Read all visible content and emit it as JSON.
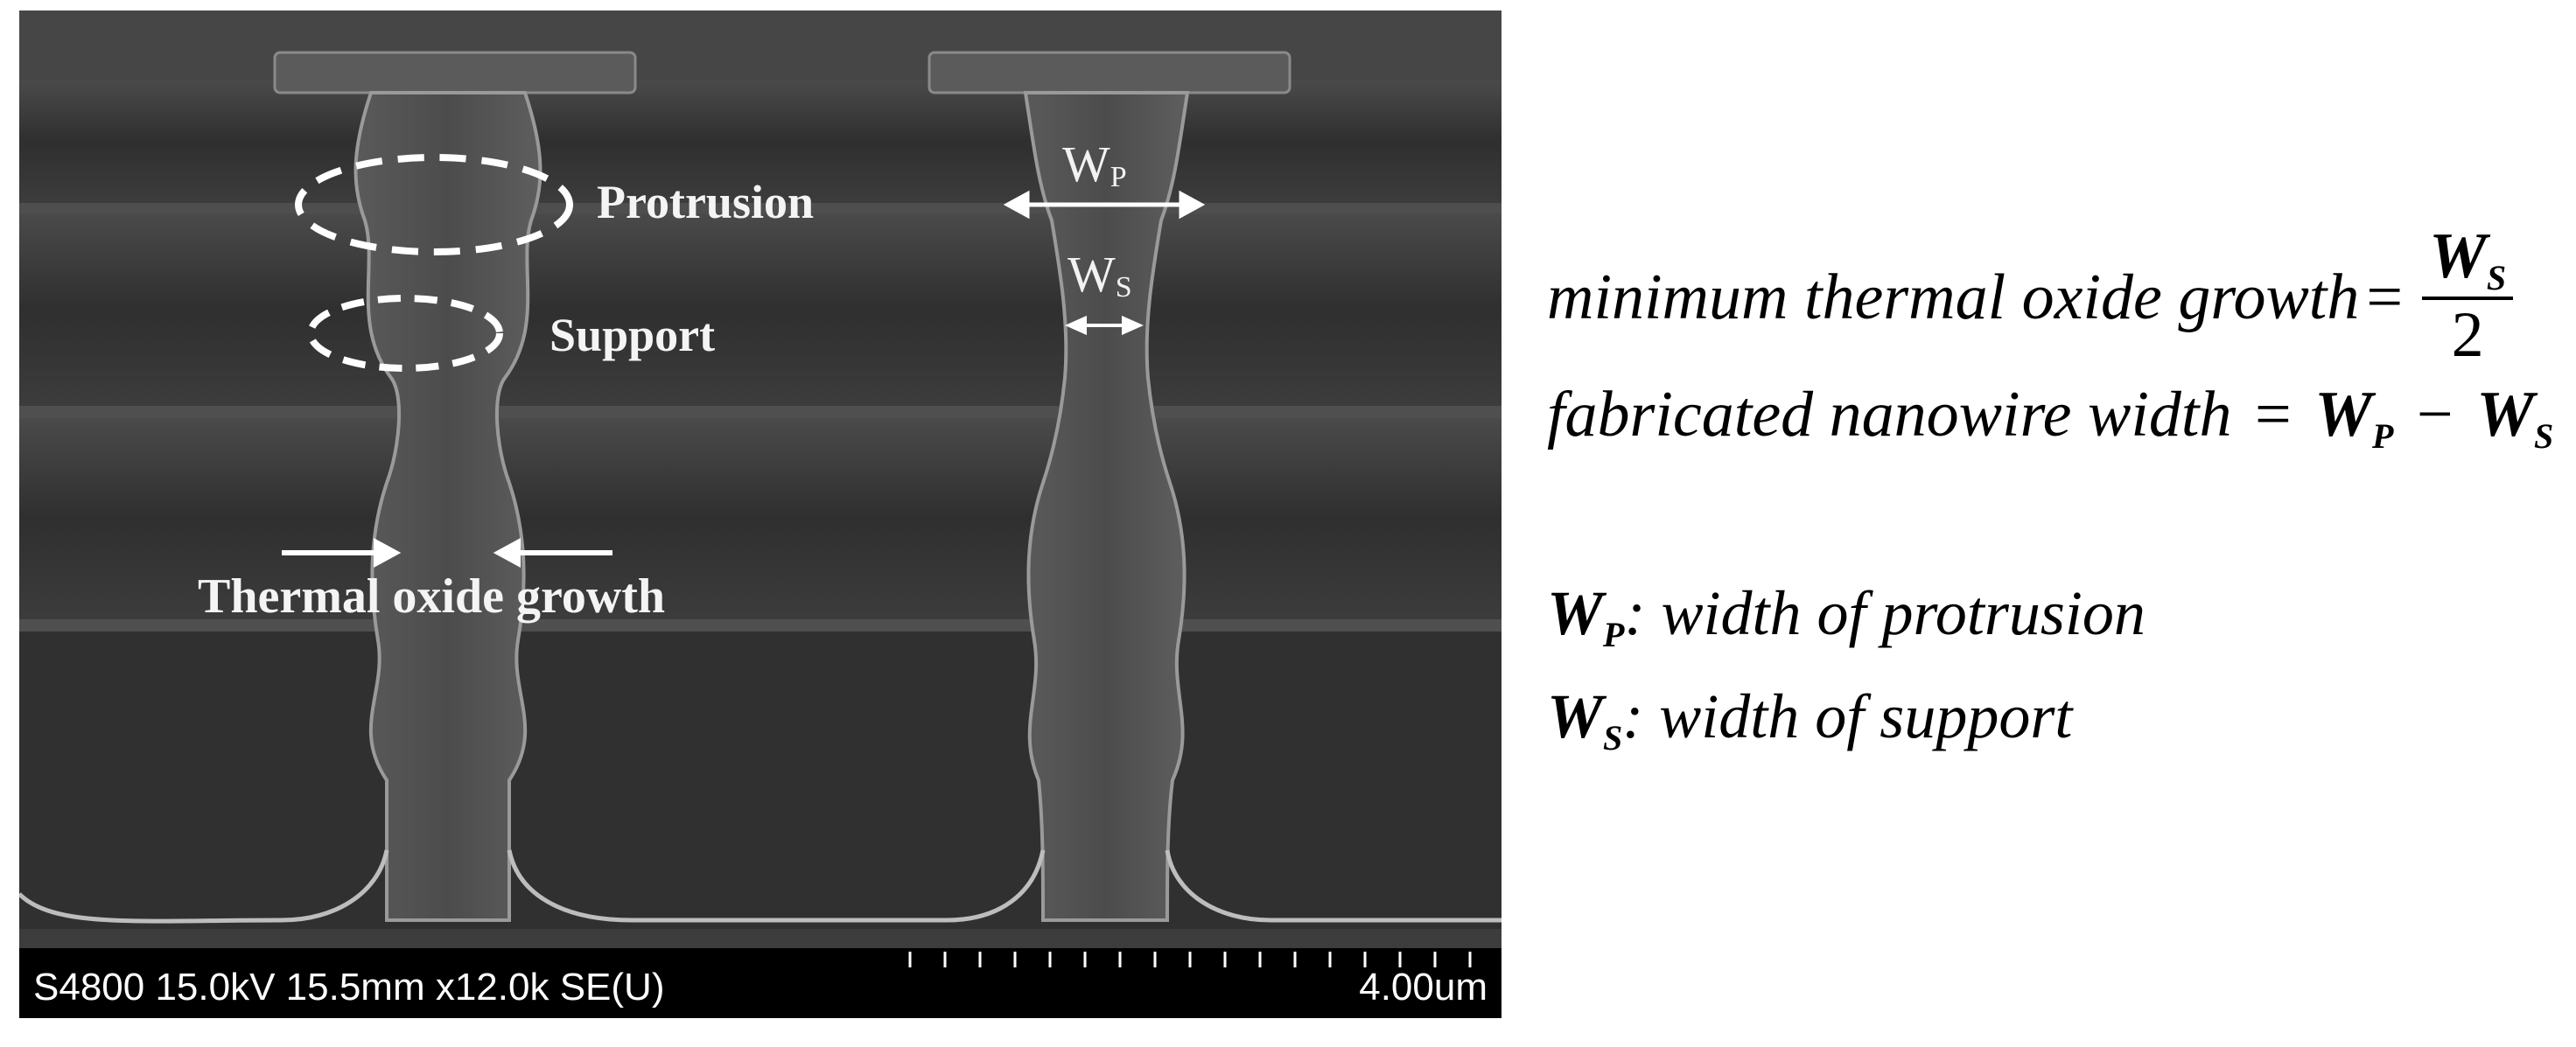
{
  "sem": {
    "labels": {
      "protrusion": "Protrusion",
      "support": "Support",
      "thermal": "Thermal oxide growth",
      "wp_main": "W",
      "wp_sub": "P",
      "ws_main": "W",
      "ws_sub": "S"
    },
    "infobar": {
      "text": "S4800 15.0kV 15.5mm x12.0k SE(U)",
      "scale": "4.00um"
    }
  },
  "equations": {
    "min_label": "minimum thermal oxide growth",
    "min_num_main": "W",
    "min_num_sub": "S",
    "min_den": "2",
    "fab_label": "fabricated nanowire width",
    "fab_w1": "W",
    "fab_w1_sub": "P",
    "fab_w2": "W",
    "fab_w2_sub": "S",
    "eq_sign": "=",
    "minus_sign": "−"
  },
  "definitions": {
    "wp_main": "W",
    "wp_sub": "P",
    "wp_text": ": width of  protrusion",
    "ws_main": "W",
    "ws_sub": "S",
    "ws_text": ": width of  support"
  },
  "colors": {
    "sem_background": "#3a3a3a",
    "annotation": "#ffffff",
    "infobar": "#000000"
  }
}
